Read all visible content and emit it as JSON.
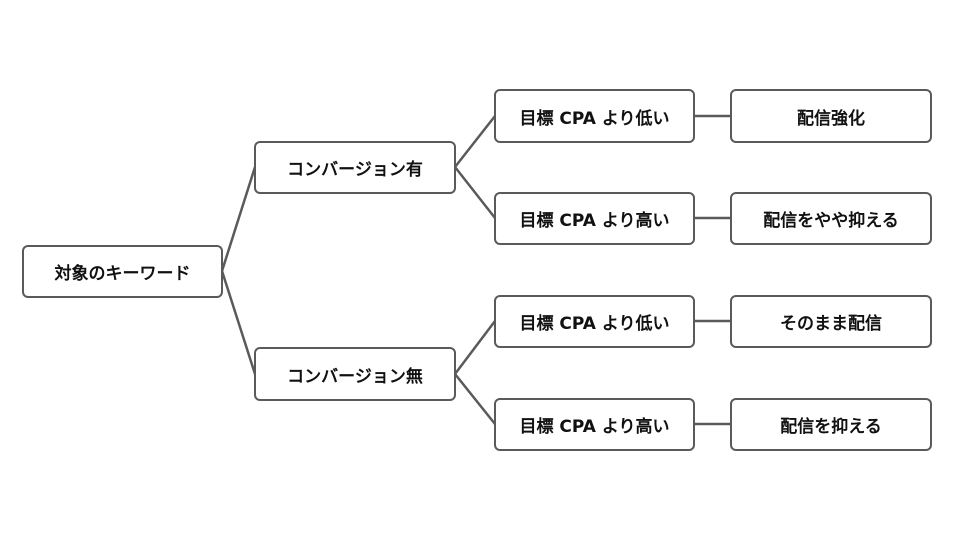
{
  "colors": {
    "border": "#5a5a5a",
    "line": "#5a5a5a",
    "text": "#111111",
    "background": "#ffffff"
  },
  "root": {
    "label": "対象のキーワード"
  },
  "branches": [
    {
      "label": "コンバージョン有",
      "conditions": [
        {
          "label": "目標 CPA より低い",
          "action": "配信強化"
        },
        {
          "label": "目標 CPA より高い",
          "action": "配信をやや抑える"
        }
      ]
    },
    {
      "label": "コンバージョン無",
      "conditions": [
        {
          "label": "目標 CPA より低い",
          "action": "そのまま配信"
        },
        {
          "label": "目標 CPA より高い",
          "action": "配信を抑える"
        }
      ]
    }
  ]
}
